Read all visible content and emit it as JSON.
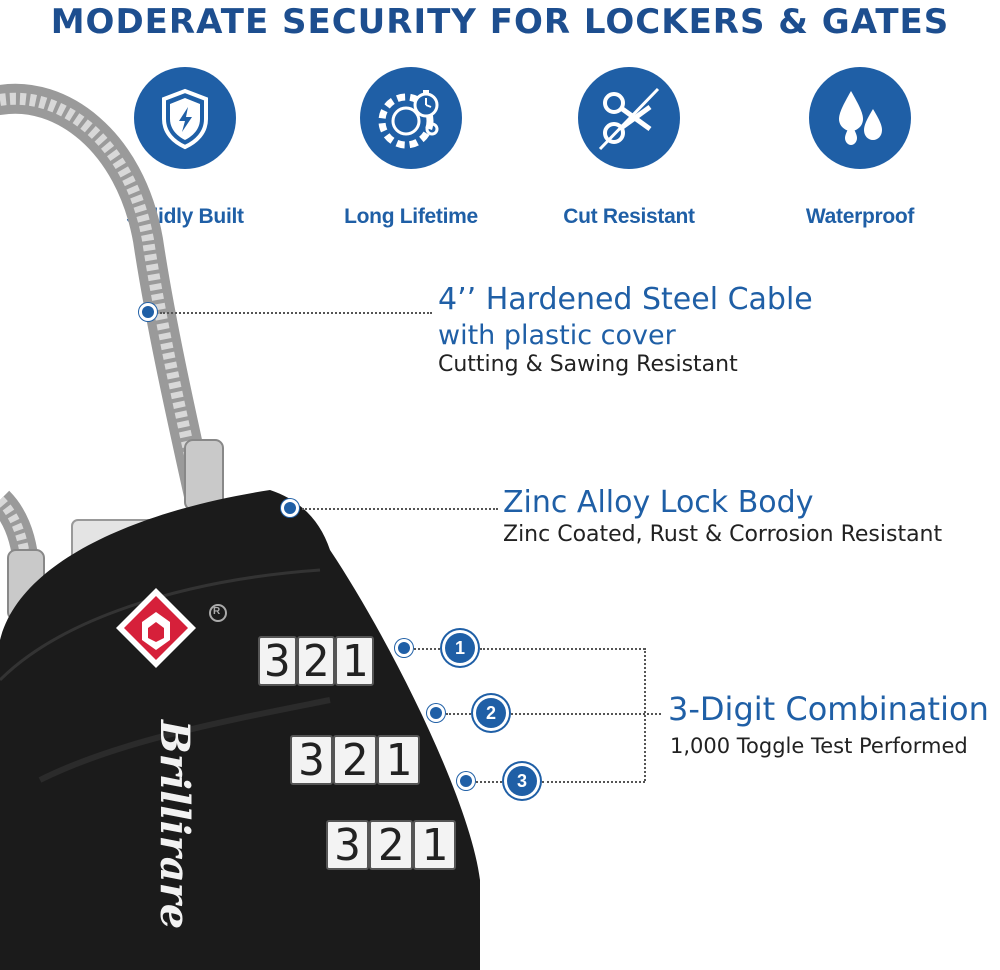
{
  "headline": "MODERATE  SECURITY FOR LOCKERS & GATES",
  "features": [
    {
      "label": "Solidly Built",
      "icon": "shield-lightning-icon"
    },
    {
      "label": "Long Lifetime",
      "icon": "gear-stopwatch-icon"
    },
    {
      "label": "Cut Resistant",
      "icon": "scissors-icon"
    },
    {
      "label": "Waterproof",
      "icon": "water-drops-icon"
    }
  ],
  "cable": {
    "title": "4’’ Hardened Steel Cable",
    "subtitle": "with plastic cover",
    "detail": "Cutting & Sawing Resistant"
  },
  "body": {
    "title": "Zinc Alloy Lock Body",
    "detail": "Zinc Coated, Rust & Corrosion Resistant"
  },
  "combination": {
    "title": "3-Digit Combination",
    "detail": "1,000 Toggle Test Performed",
    "markers": [
      "1",
      "2",
      "3"
    ]
  },
  "lock": {
    "brand": "Brillirare",
    "registered": "R",
    "wheel_digits": [
      [
        "3",
        "2",
        "1"
      ],
      [
        "3",
        "2",
        "1"
      ],
      [
        "3",
        "2",
        "1"
      ]
    ]
  },
  "colors": {
    "accent": "#1f5fa6",
    "title": "#1d4e8f",
    "lock": "#1b1b1b",
    "tsa": "#d6203a"
  }
}
